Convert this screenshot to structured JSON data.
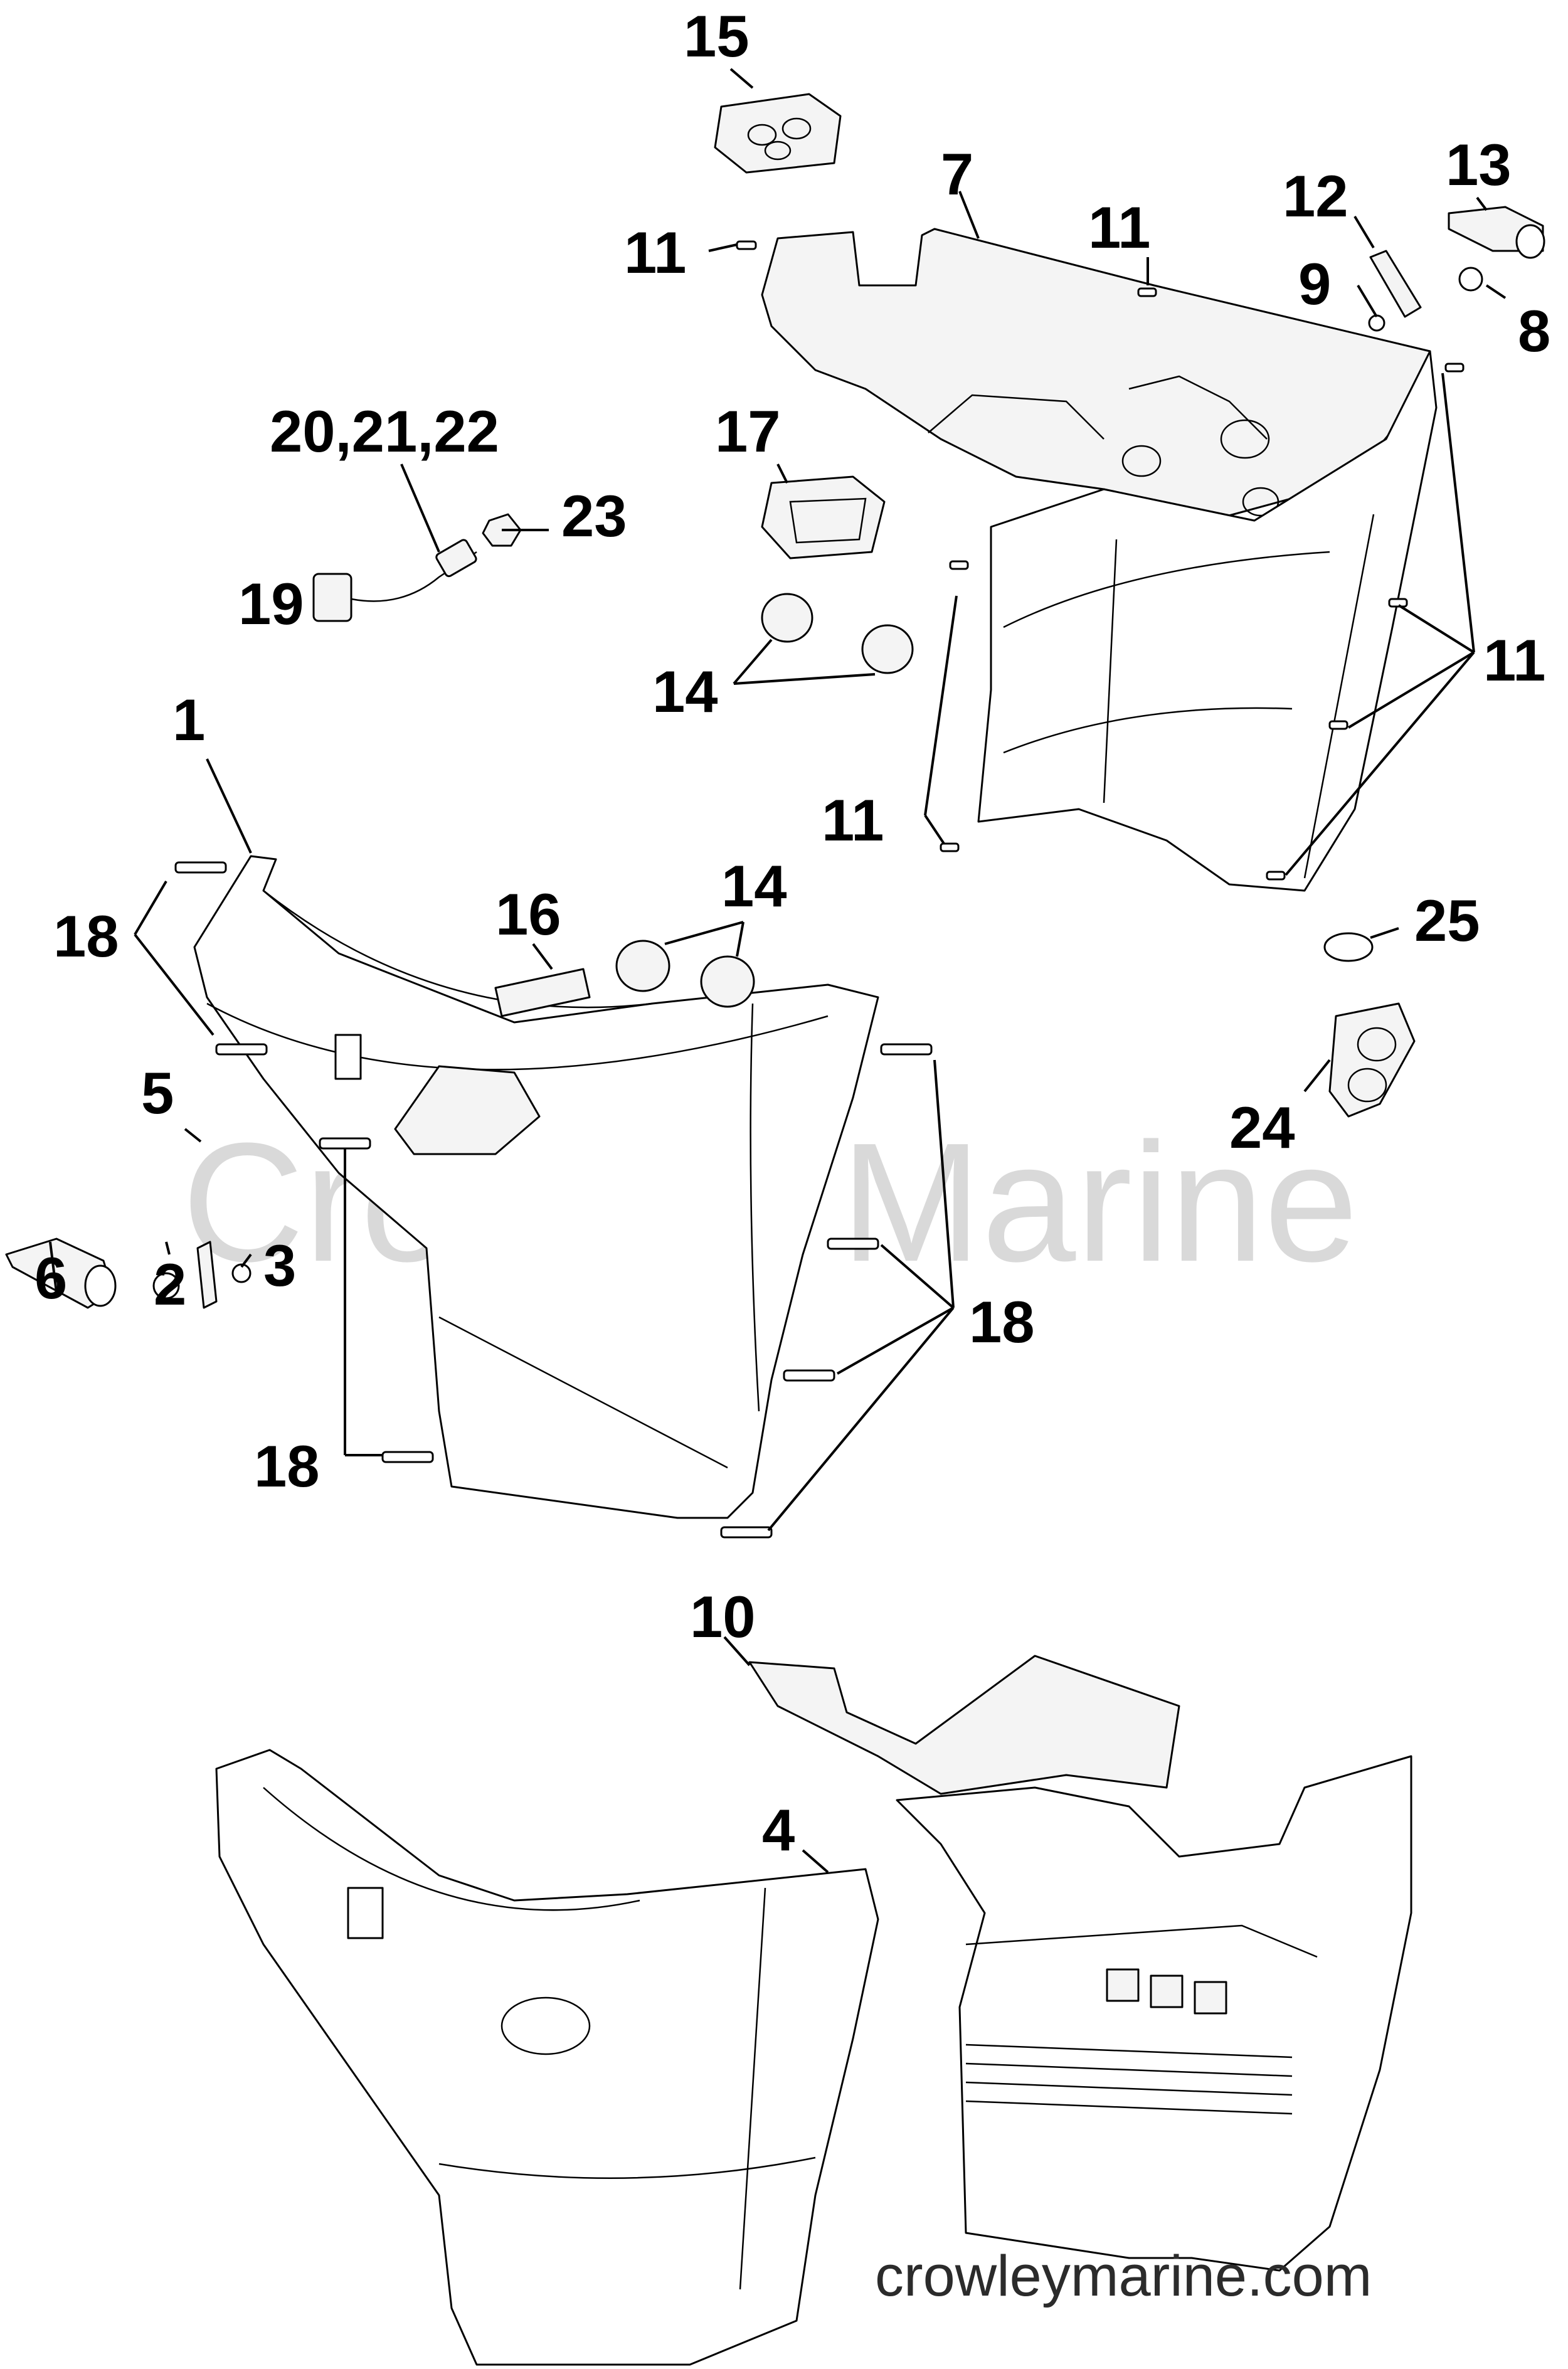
{
  "diagram": {
    "callouts": [
      {
        "id": "c1",
        "text": "1"
      },
      {
        "id": "c2",
        "text": "2"
      },
      {
        "id": "c3",
        "text": "3"
      },
      {
        "id": "c4",
        "text": "4"
      },
      {
        "id": "c5",
        "text": "5"
      },
      {
        "id": "c6",
        "text": "6"
      },
      {
        "id": "c7",
        "text": "7"
      },
      {
        "id": "c8",
        "text": "8"
      },
      {
        "id": "c9",
        "text": "9"
      },
      {
        "id": "c10",
        "text": "10"
      },
      {
        "id": "c11a",
        "text": "11"
      },
      {
        "id": "c11b",
        "text": "11"
      },
      {
        "id": "c11c",
        "text": "11"
      },
      {
        "id": "c11d",
        "text": "11"
      },
      {
        "id": "c12",
        "text": "12"
      },
      {
        "id": "c13",
        "text": "13"
      },
      {
        "id": "c14a",
        "text": "14"
      },
      {
        "id": "c14b",
        "text": "14"
      },
      {
        "id": "c15",
        "text": "15"
      },
      {
        "id": "c16",
        "text": "16"
      },
      {
        "id": "c17",
        "text": "17"
      },
      {
        "id": "c18a",
        "text": "18"
      },
      {
        "id": "c18b",
        "text": "18"
      },
      {
        "id": "c18c",
        "text": "18"
      },
      {
        "id": "c19",
        "text": "19"
      },
      {
        "id": "c20",
        "text": "20,21,22"
      },
      {
        "id": "c23",
        "text": "23"
      },
      {
        "id": "c24",
        "text": "24"
      },
      {
        "id": "c25",
        "text": "25"
      }
    ],
    "watermark": "Crowley Marine",
    "footer": "crowleymarine.com"
  }
}
